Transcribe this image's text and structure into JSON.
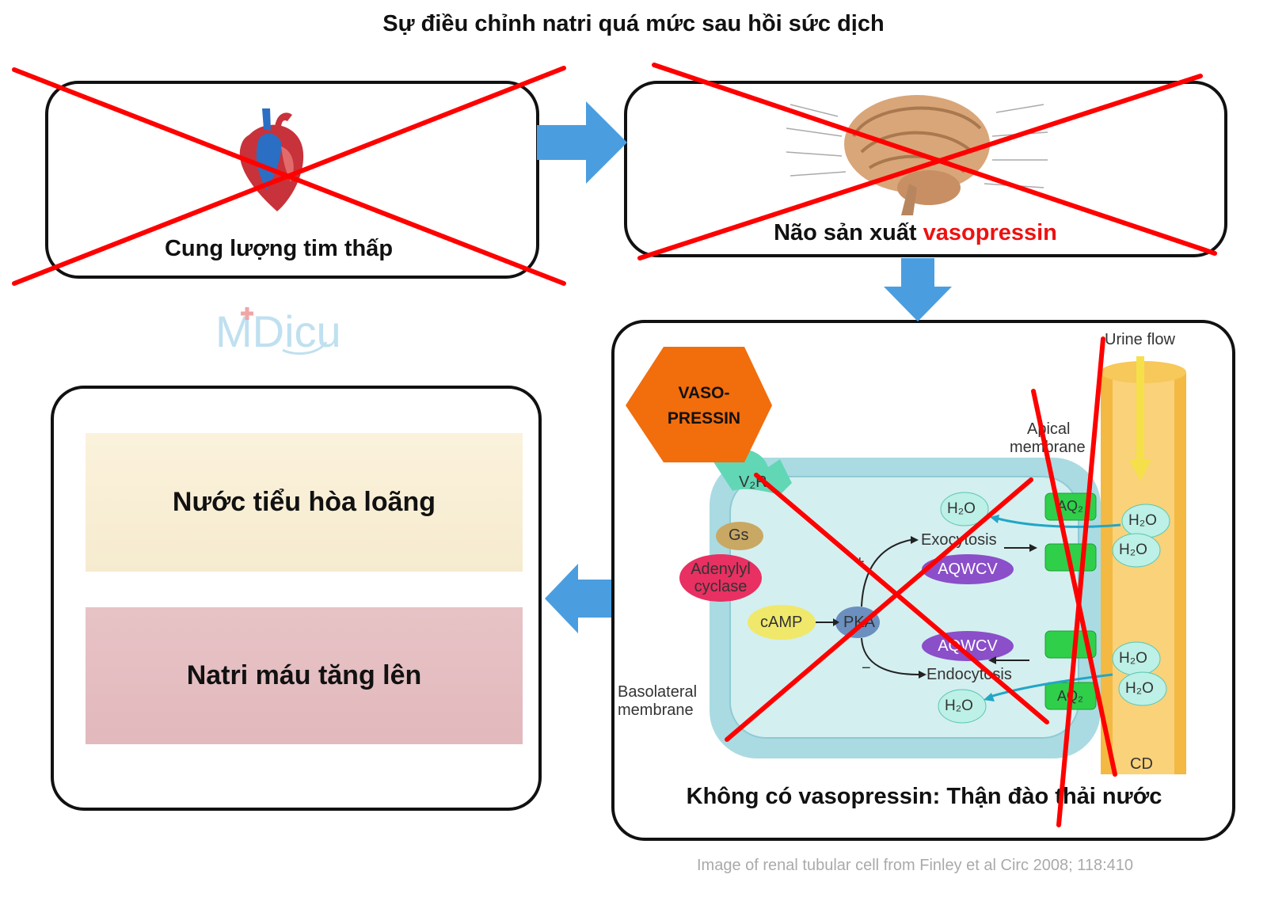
{
  "title": "Sự điều chỉnh natri quá mức sau hồi sức dịch",
  "box1": {
    "label": "Cung lượng tim thấp"
  },
  "box2": {
    "label_prefix": "Não sản xuất ",
    "label_highlight": "vasopressin"
  },
  "logo": {
    "text": "MDicu"
  },
  "box3": {
    "badge": [
      "VASO-",
      "PRESSIN"
    ],
    "urine_flow": "Urine flow",
    "apical": [
      "Apical",
      "membrane"
    ],
    "basolateral": [
      "Basolateral",
      "membrane"
    ],
    "receptor": "V₂R",
    "gs": "Gs",
    "adenylyl": [
      "Adenylyl",
      "cyclase"
    ],
    "camp": "cAMP",
    "pka": "PKA",
    "exocytosis": "Exocytosis",
    "endocytosis": "Endocytosis",
    "vesicle_top": "AQWCV",
    "vesicle_bottom": "AQWCV",
    "aq_top": "AQ₂",
    "aq_bottom": "AQ₂",
    "water": "H₂O",
    "plus": "+",
    "minus": "−",
    "cd": "CD",
    "caption": "Không có vasopressin: Thận đào thải nước"
  },
  "results": [
    "Nước tiểu hòa loãng",
    "Natri máu tăng lên"
  ],
  "credit": "Image of renal tubular cell from Finley et al Circ 2008; 118:410",
  "colors": {
    "cross": "#ff0000",
    "arrow": "#4a9ee0",
    "badge": "#f26d0c",
    "highlight": "#ee1111"
  }
}
